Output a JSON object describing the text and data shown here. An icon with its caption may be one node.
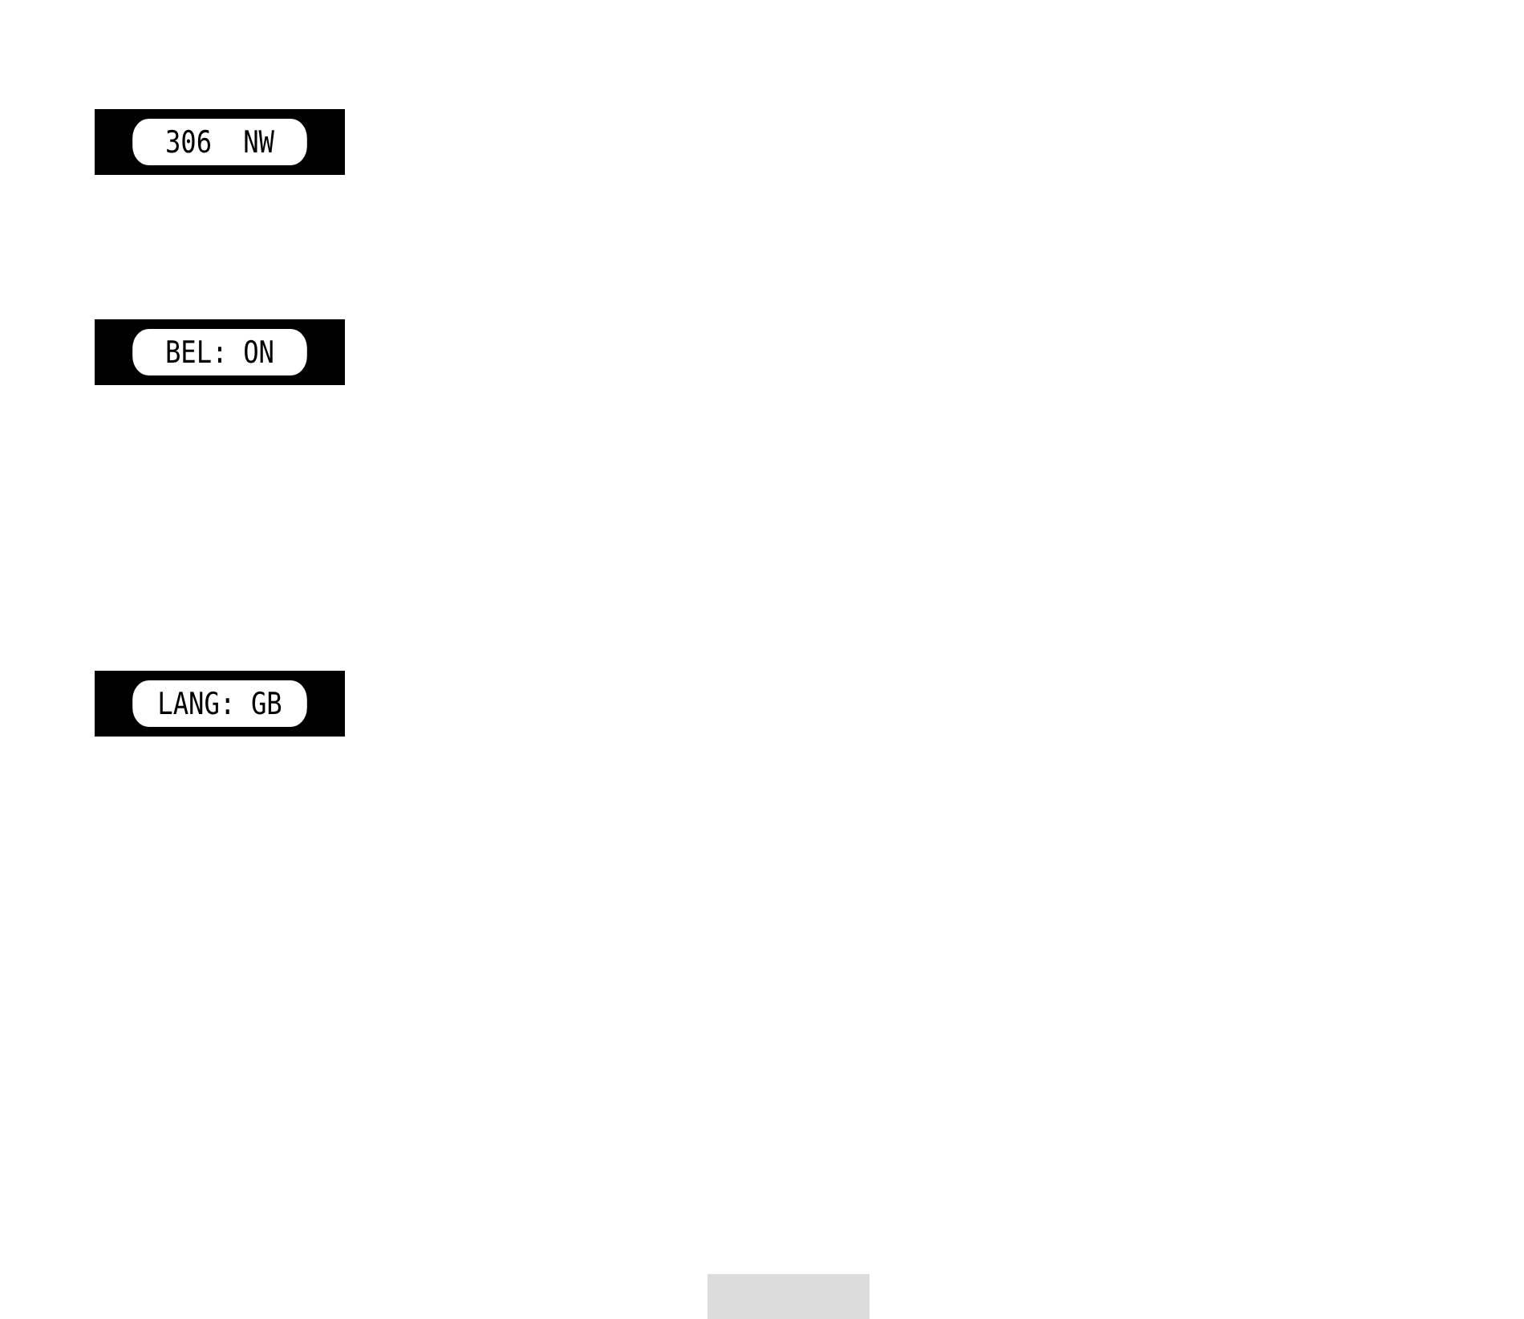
{
  "diagram": {
    "nodes": [
      {
        "text": [
          "306  NW"
        ]
      },
      {
        "text": [
          "BEL: ON"
        ]
      },
      {
        "text": [
          "LANG: GB"
        ]
      },
      {
        "text": [],
        "shape": "bar"
      }
    ]
  }
}
